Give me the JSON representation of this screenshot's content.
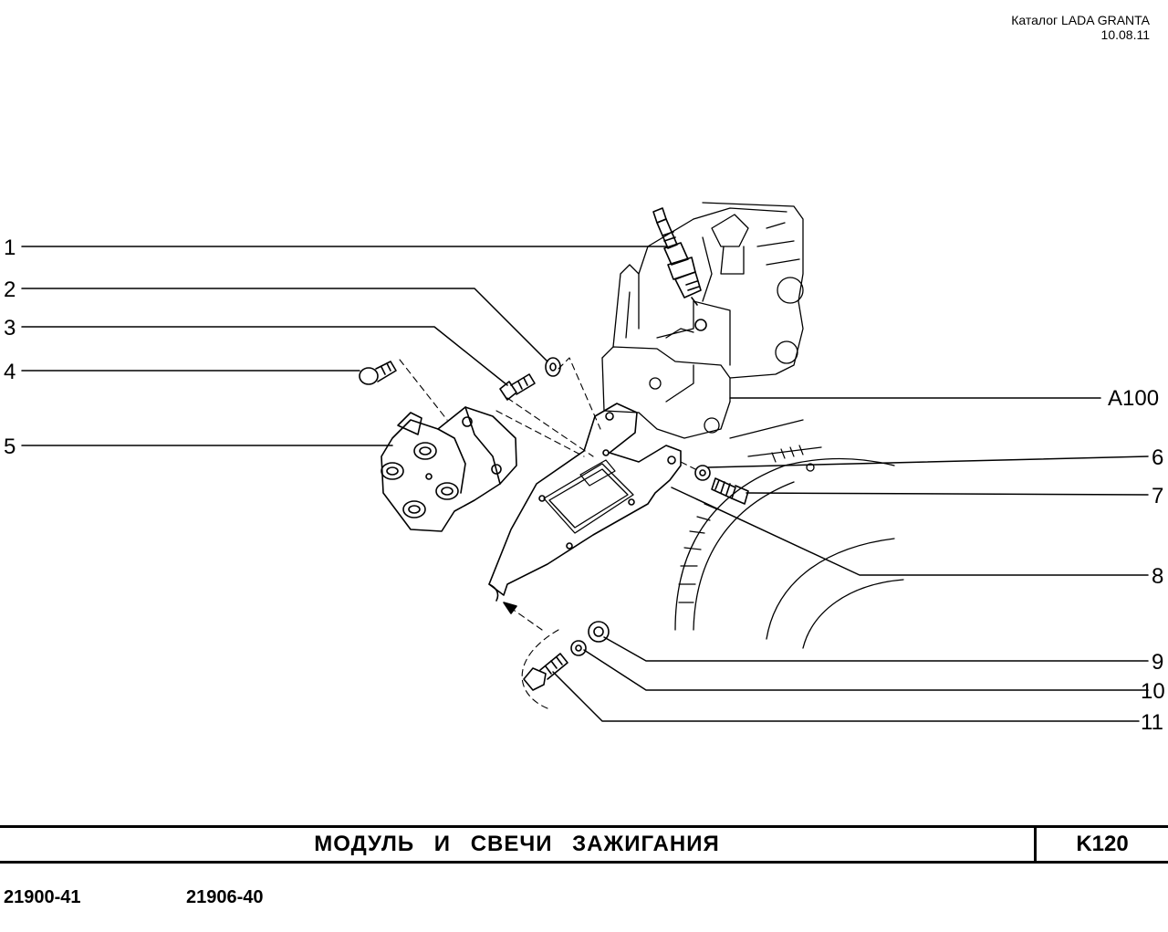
{
  "header": {
    "catalog": "Каталог LADA  GRANTA",
    "date": "10.08.11"
  },
  "callouts": {
    "left": [
      "1",
      "2",
      "3",
      "4",
      "5"
    ],
    "right": [
      "A100",
      "6",
      "7",
      "8",
      "9",
      "10",
      "11"
    ]
  },
  "title": "МОДУЛЬ  И  СВЕЧИ  ЗАЖИГАНИЯ",
  "section_code": "K120",
  "models": [
    "21900-41",
    "21906-40"
  ]
}
